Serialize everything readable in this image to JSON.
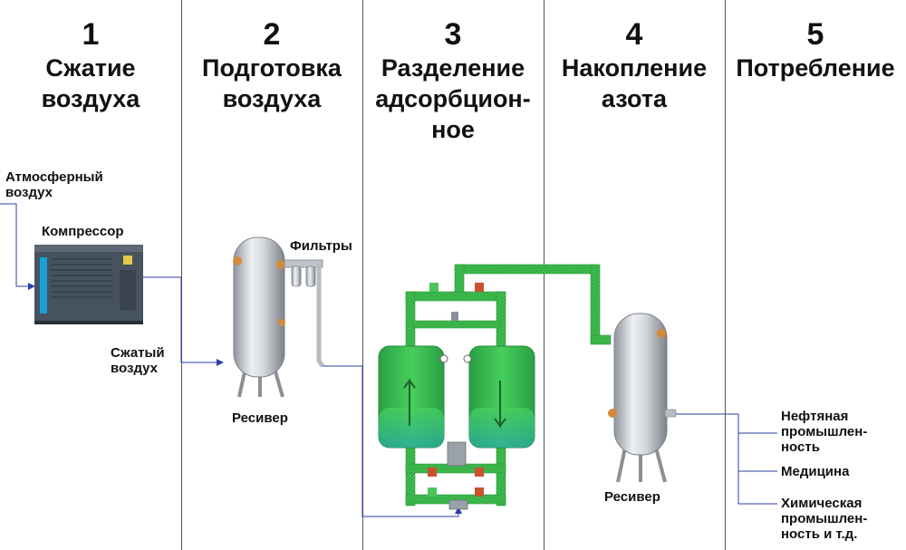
{
  "columns": [
    {
      "number": "1",
      "title_lines": [
        "Сжатие",
        "воздуха"
      ]
    },
    {
      "number": "2",
      "title_lines": [
        "Подготовка",
        "воздуха"
      ]
    },
    {
      "number": "3",
      "title_lines": [
        "Разделение",
        "адсорбцион-",
        "ное"
      ]
    },
    {
      "number": "4",
      "title_lines": [
        "Накопление",
        "азота"
      ]
    },
    {
      "number": "5",
      "title_lines": [
        "Потребление"
      ]
    }
  ],
  "labels": {
    "atmospheric_air": [
      "Атмосферный",
      "воздух"
    ],
    "compressor": "Компрессор",
    "compressed_air": [
      "Сжатый",
      "воздух"
    ],
    "filters": "Фильтры",
    "receiver_left": "Ресивер",
    "receiver_right": "Ресивер",
    "consumers": [
      [
        "Нефтяная",
        "промышлен-",
        "ность"
      ],
      [
        "Медицина"
      ],
      [
        "Химическая",
        "промышлен-",
        "ность и т.д."
      ]
    ]
  },
  "colors": {
    "line": "#2b3fa8",
    "pipe_green": "#3fbf4f",
    "tank_steel": "#c8ccd2",
    "compressor_body": "#3e4a55",
    "compressor_accent": "#1aa0d8"
  }
}
